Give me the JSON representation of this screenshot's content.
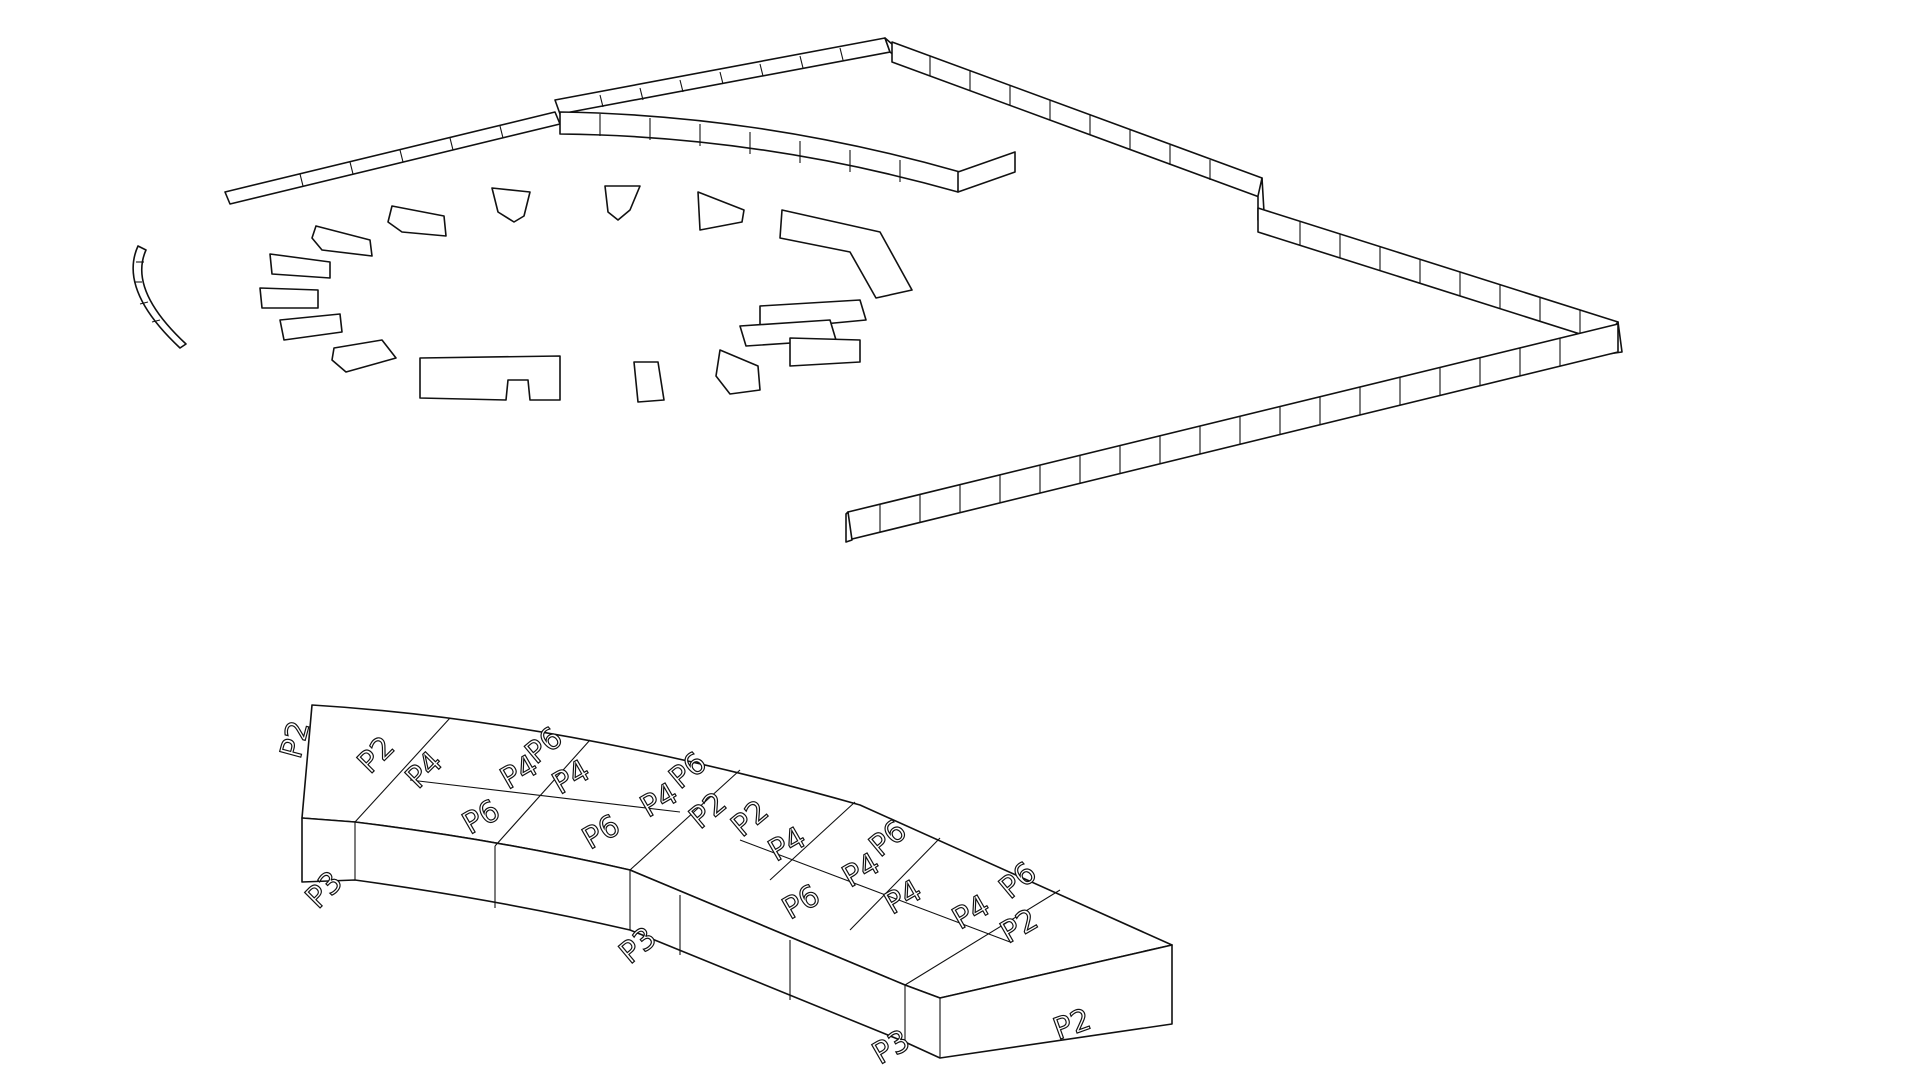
{
  "labels": {
    "a": "P2",
    "b": "P2",
    "c": "P4",
    "d": "P4",
    "e": "P6",
    "f": "P6",
    "g": "P4",
    "h": "P4",
    "i": "P6",
    "j": "P6",
    "k": "P2",
    "l": "P2",
    "m": "P4",
    "n": "P4",
    "o": "P6",
    "p": "P6",
    "q": "P4",
    "r": "P4",
    "s": "P6",
    "t": "P2",
    "u": "P3",
    "v": "P3",
    "w": "P3",
    "x": "P2"
  }
}
